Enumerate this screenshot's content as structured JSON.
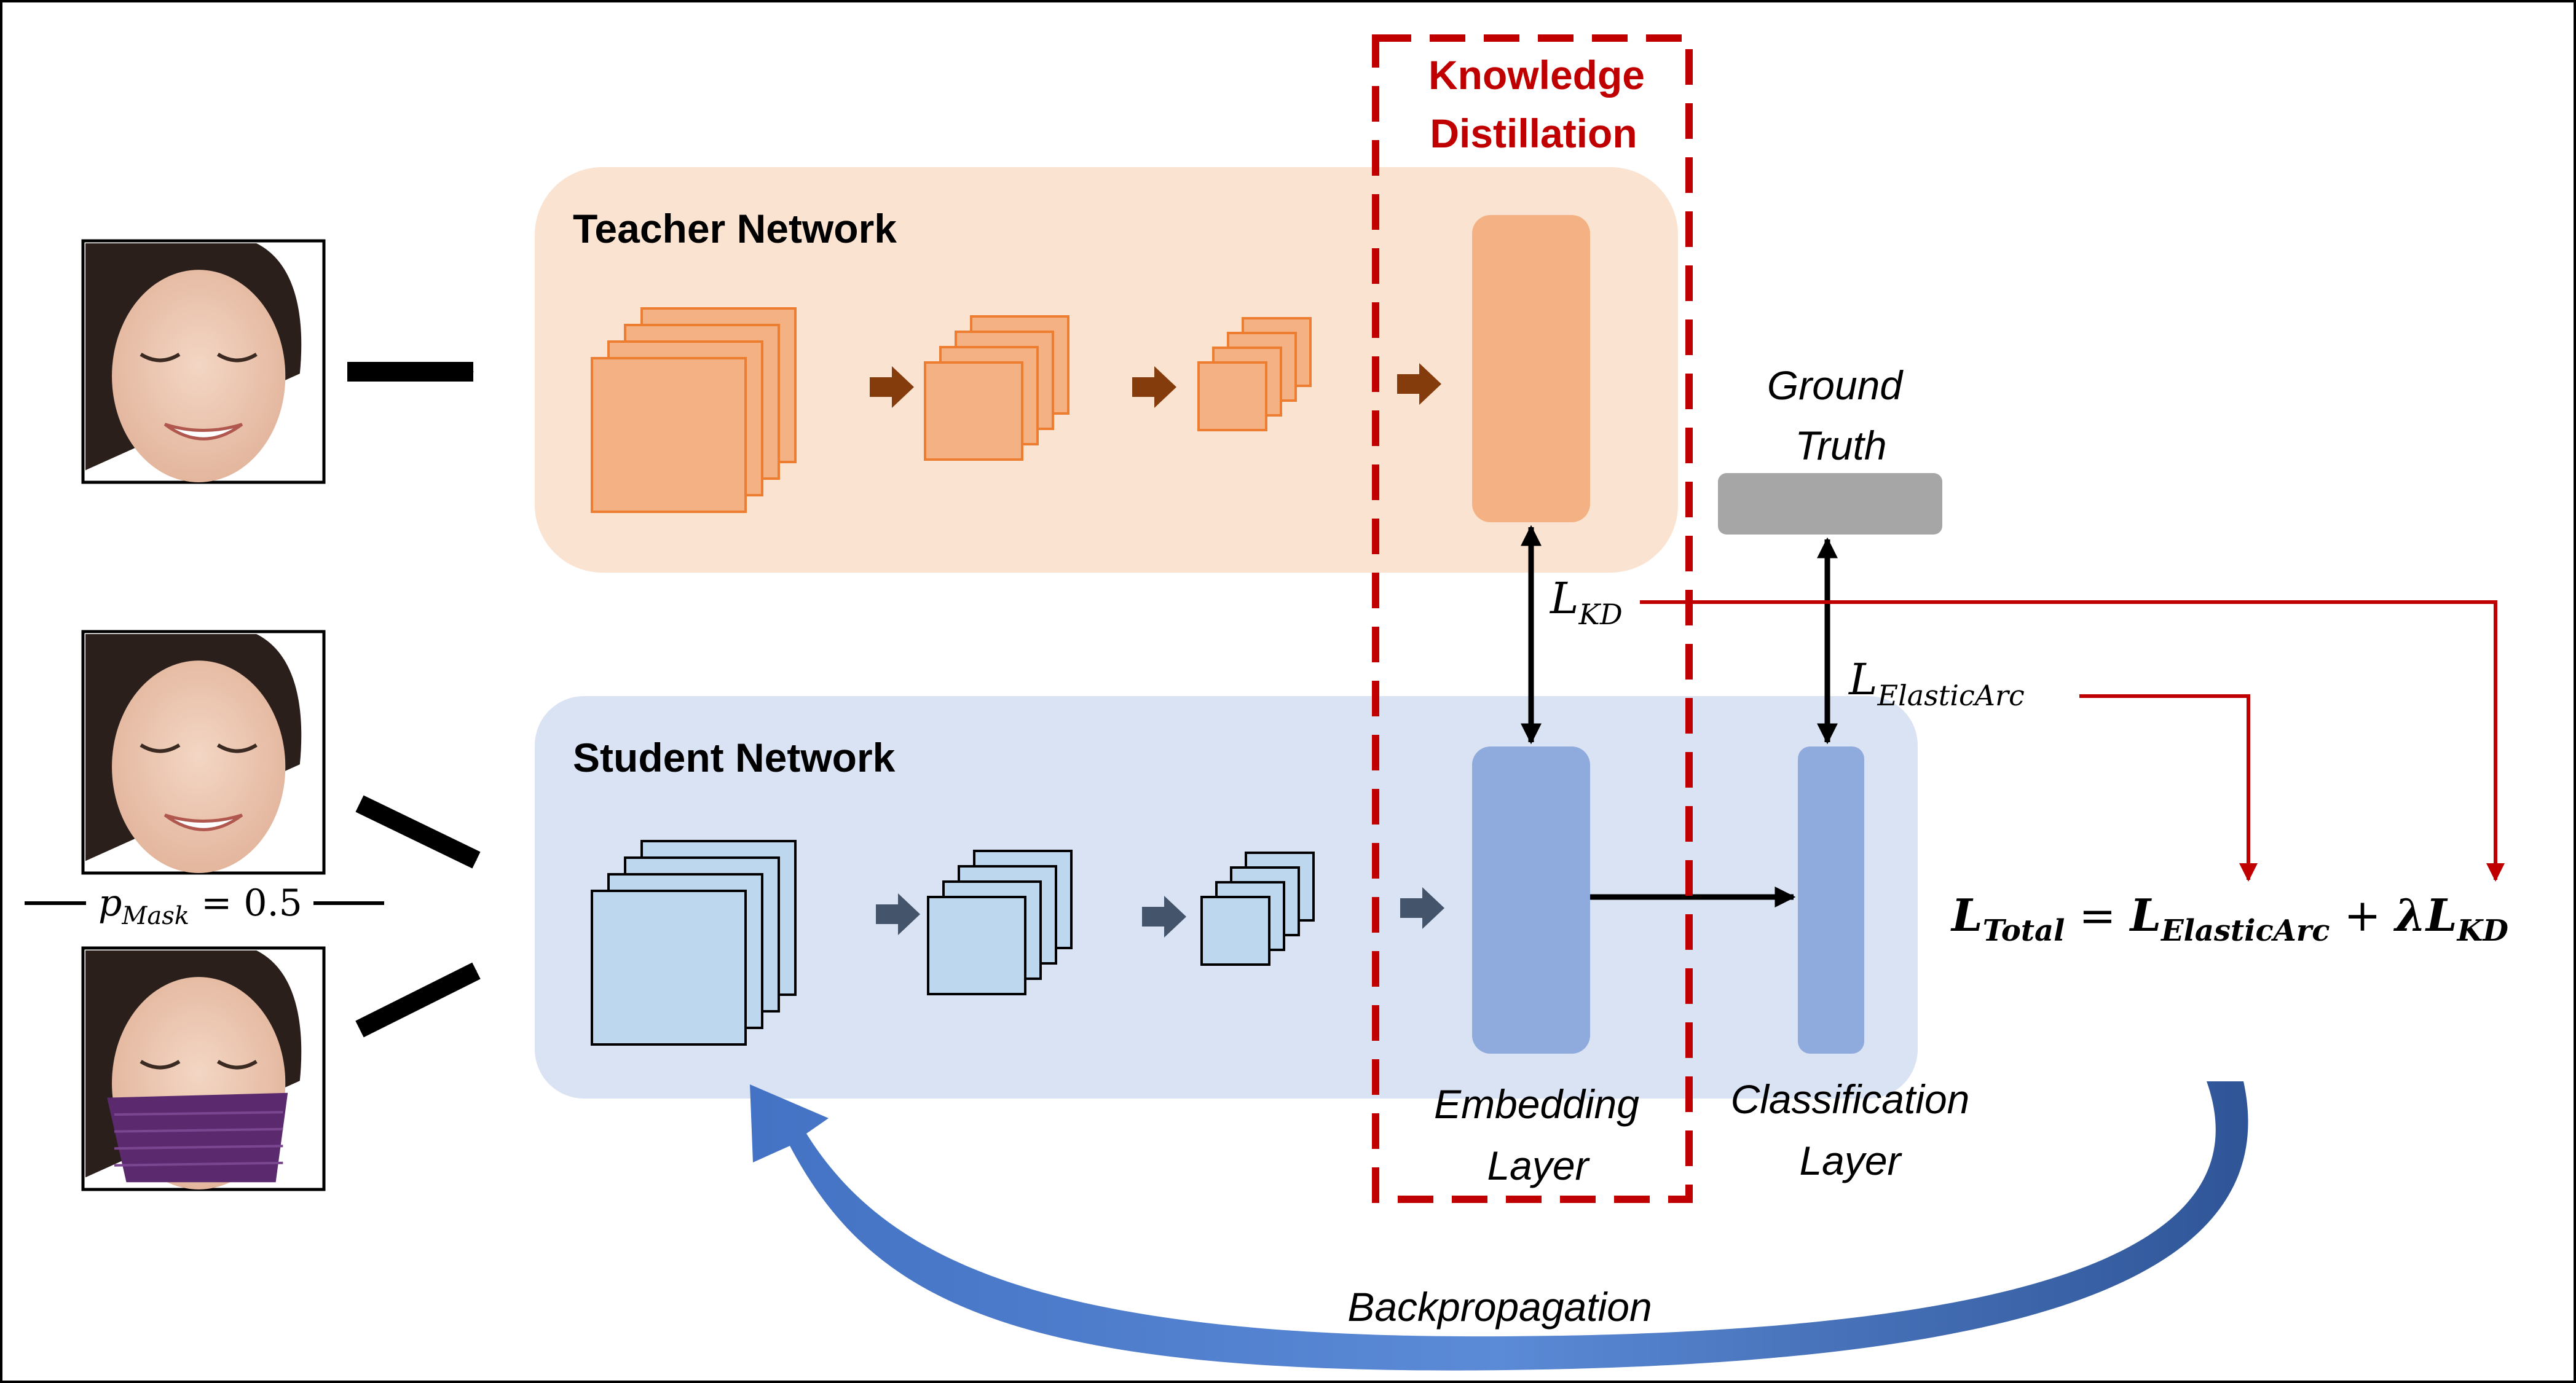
{
  "colors": {
    "teacher_panel": "#fbe3d2",
    "teacher_layer": "#f4b183",
    "teacher_layer_stroke": "#ed7d31",
    "teacher_arrow": "#843c0c",
    "student_panel": "#dae3f3",
    "student_layer": "#bdd7ee",
    "student_layer_stroke": "#000000",
    "student_arrow": "#44546a",
    "embedding": "#8faadc",
    "distill": "#c00000",
    "ground_truth": "#a6a6a6",
    "backprop": "#4472c4"
  },
  "teacher": {
    "title": "Teacher Network"
  },
  "student": {
    "title": "Student Network"
  },
  "distillation": {
    "line1": "Knowledge",
    "line2": "Distillation"
  },
  "ground_truth": {
    "line1": "Ground",
    "line2": "Truth"
  },
  "losses": {
    "kd": {
      "base": "L",
      "sub": "KD"
    },
    "elastic": {
      "base": "L",
      "sub": "ElasticArc"
    }
  },
  "p_mask": {
    "base": "p",
    "sub": "Mask",
    "rest": " = 0.5"
  },
  "total": {
    "l1": "L",
    "s1": "Total",
    "eq": " = ",
    "l2": "L",
    "s2": "ElasticArc",
    "plus": " + ",
    "lambda": "λL",
    "s3": "KD"
  },
  "embedding_label": {
    "line1": "Embedding",
    "line2": "Layer"
  },
  "classification_label": {
    "line1": "Classification",
    "line2": "Layer"
  },
  "backprop_label": "Backpropagation",
  "images": [
    "face-image",
    "face-image",
    "masked-face-image"
  ]
}
